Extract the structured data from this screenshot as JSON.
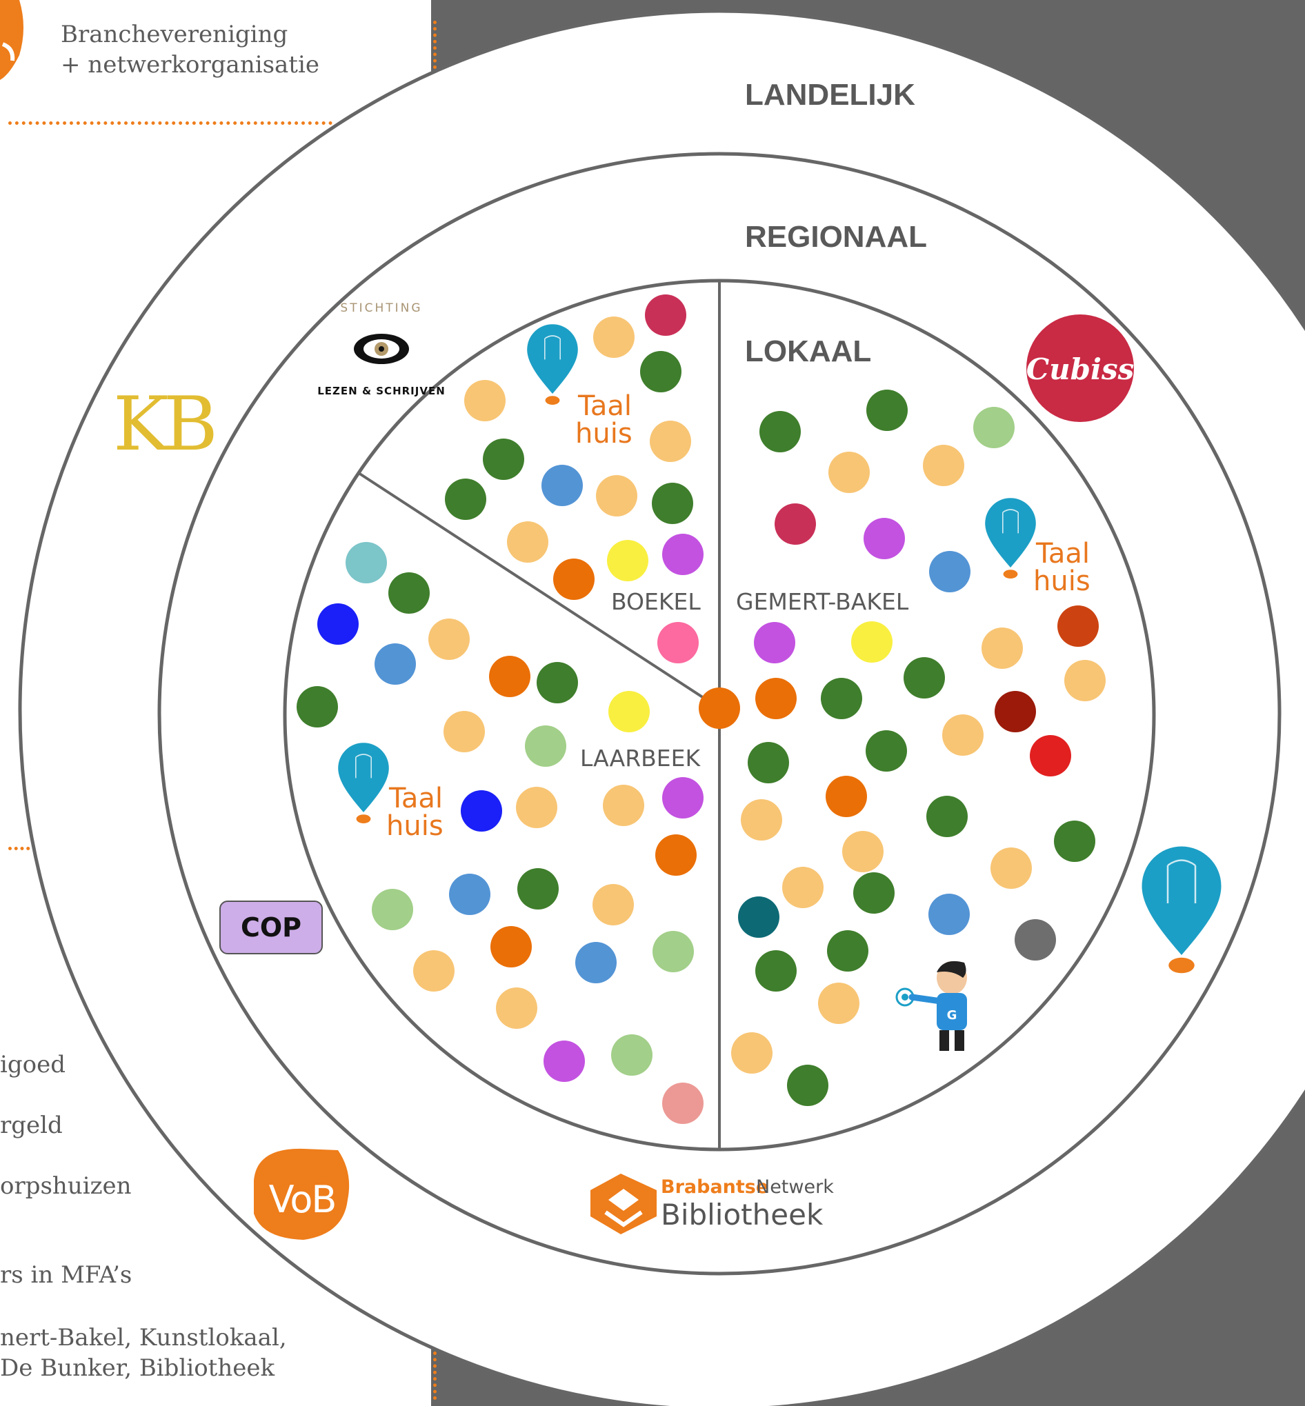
{
  "header": {
    "line1": "Branchevereniging",
    "line2": "+ netwerkorganisatie"
  },
  "side_list": [
    "igoed",
    "rgeld",
    "orpshuizen",
    "rs in MFA’s",
    "nert-Bakel, Kunstlokaal,",
    "De Bunker, Bibliotheek"
  ],
  "rings": {
    "outer": "LANDELIJK",
    "middle": "REGIONAAL",
    "inner": "LOKAAL"
  },
  "sectors": {
    "boekel": "BOEKEL",
    "gemert_bakel": "GEMERT-BAKEL",
    "laarbeek": "LAARBEEK"
  },
  "logos": {
    "kb": "KB",
    "cubiss": "Cubiss",
    "cop": "COP",
    "vob": "VoB",
    "stichting_top": "STICHTING",
    "stichting_bottom": "LEZEN & SCHRIJVEN",
    "brabantse_1": "Brabantse",
    "brabantse_2": "Netwerk",
    "brabantse_3": "Bibliotheek",
    "taalhuis_1": "Taal",
    "taalhuis_2": "huis",
    "mascot_letter": "G"
  },
  "colors": {
    "background_gray": "#646564",
    "orange": "#ee7d1b",
    "line_gray": "#666666",
    "dot_green": "#3f7e2c",
    "dot_peach": "#f8c574",
    "dot_blue": "#5394d5",
    "dot_purple": "#c352e1",
    "dot_yellow": "#f9ef40",
    "dot_orange": "#ea6f07",
    "dot_crimson": "#c93057",
    "dot_lightgreen": "#a2cf89",
    "dot_teal": "#7cc5c9",
    "dot_royal": "#1a20f7",
    "dot_pink": "#fc6a9f",
    "dot_salmon": "#ec9995",
    "dot_rust": "#cc4311",
    "dot_maroon": "#9b1a0a",
    "dot_red": "#e22020",
    "dot_darkteal": "#0d6a75",
    "dot_gray": "#6e6e6e",
    "kb_gold": "#e2bd32",
    "cubiss_red": "#c92a44",
    "pin_blue": "#1c9fc6"
  }
}
